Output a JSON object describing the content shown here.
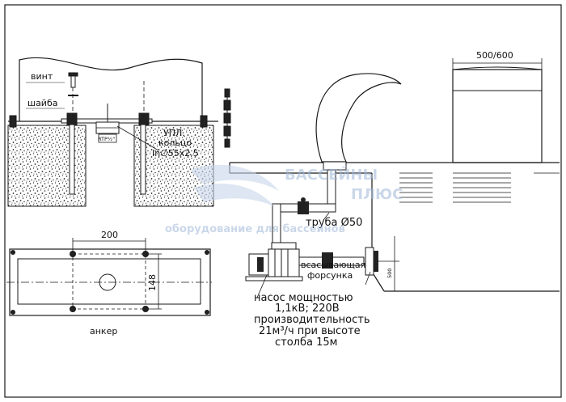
{
  "labels": {
    "vint": "винт",
    "shaiba": "шайба",
    "upl1": "УПЛ.",
    "upl2": "кольцо",
    "ring": "In∅55x2,5",
    "rtp": "RTP½\"",
    "anker": "анкер",
    "dim_200": "200",
    "dim_148": "148",
    "dim_500_600": "500/600",
    "dim_500": "500",
    "truba": "труба Ø50",
    "vsas1": "всасывающая",
    "vsas2": "форсунка",
    "nasos1": "насос мощностью",
    "nasos2": "1,1кВ; 220В",
    "nasos3": "производительность",
    "nasos4": "21м³/ч при высоте",
    "nasos5": "столба 15м"
  },
  "watermark": {
    "line1": "БАССЕЙНЫ",
    "line2": "ПЛЮС",
    "line3": "оборудование для бассейнов"
  },
  "colors": {
    "line": "#1a1a1a",
    "watermark": "#9fb8d8"
  }
}
